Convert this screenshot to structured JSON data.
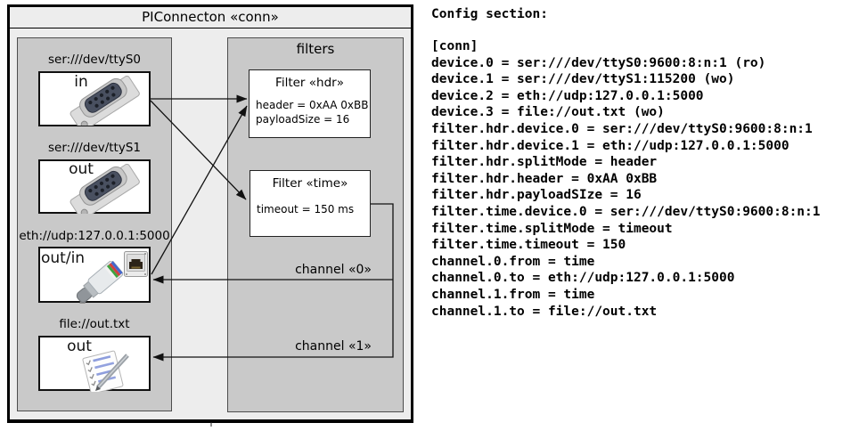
{
  "diagram": {
    "title": "PIConnecton «conn»",
    "devices_panel": {
      "devices": [
        {
          "uri": "ser:///dev/ttyS0",
          "direction": "in"
        },
        {
          "uri": "ser:///dev/ttyS1",
          "direction": "out"
        },
        {
          "uri": "eth://udp:127.0.0.1:5000",
          "direction": "out/in"
        },
        {
          "uri": "file://out.txt",
          "direction": "out"
        }
      ]
    },
    "filters_panel": {
      "title": "filters",
      "filters": [
        {
          "name": "Filter «hdr»",
          "attributes": [
            "header = 0xAA 0xBB",
            "payloadSize = 16"
          ]
        },
        {
          "name": "Filter «time»",
          "attributes": [
            "timeout = 150 ms"
          ]
        }
      ]
    },
    "channels": [
      {
        "label": "channel «0»"
      },
      {
        "label": "channel «1»"
      }
    ]
  },
  "config": {
    "heading": "Config section:",
    "lines": [
      "[conn]",
      "device.0 = ser:///dev/ttyS0:9600:8:n:1 (ro)",
      "device.1 = ser:///dev/ttyS1:115200 (wo)",
      "device.2 = eth://udp:127.0.0.1:5000",
      "device.3 = file://out.txt (wo)",
      "filter.hdr.device.0 = ser:///dev/ttyS0:9600:8:n:1",
      "filter.hdr.device.1 = eth://udp:127.0.0.1:5000",
      "filter.hdr.splitMode = header",
      "filter.hdr.header = 0xAA 0xBB",
      "filter.hdr.payloadSIze = 16",
      "filter.time.device.0 = ser:///dev/ttyS0:9600:8:n:1",
      "filter.time.splitMode = timeout",
      "filter.time.timeout = 150",
      "channel.0.from = time",
      "channel.0.to = eth://udp:127.0.0.1:5000",
      "channel.1.from = time",
      "channel.1.to = file://out.txt"
    ]
  },
  "colors": {
    "outer_fill": "#ededed",
    "panel_fill": "#c9c9c9",
    "box_fill": "#ffffff",
    "line": "#111111"
  }
}
